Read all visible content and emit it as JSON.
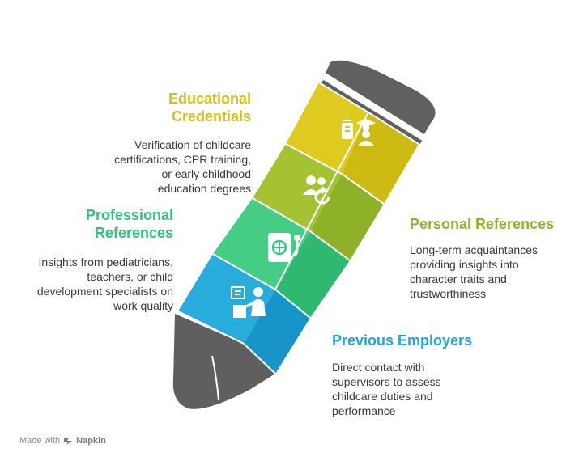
{
  "colors": {
    "educational": "#d9c61c",
    "personal": "#9bbb2e",
    "professional": "#3cc87e",
    "employers": "#1fa6da",
    "pencil_body": "#606060"
  },
  "sections": {
    "educational": {
      "title_line1": "Educational",
      "title_line2": "Credentials",
      "desc_lines": [
        "Verification of childcare",
        "certifications, CPR training,",
        "or early childhood",
        "education degrees"
      ],
      "icon": "certificate-graduate-icon"
    },
    "personal": {
      "title": "Personal References",
      "desc_lines": [
        "Long-term acquaintances",
        "providing insights into",
        "character traits and",
        "trustworthiness"
      ],
      "icon": "people-refresh-icon"
    },
    "professional": {
      "title_line1": "Professional",
      "title_line2": "References",
      "desc_lines": [
        "Insights from pediatricians,",
        "teachers, or child",
        "development specialists on",
        "work quality"
      ],
      "icon": "passport-microphone-icon"
    },
    "employers": {
      "title": "Previous Employers",
      "desc_lines": [
        "Direct contact with",
        "supervisors to assess",
        "childcare duties and",
        "performance"
      ],
      "icon": "presenter-whiteboard-icon"
    }
  },
  "footer": {
    "made_with": "Made with",
    "brand": "Napkin"
  }
}
